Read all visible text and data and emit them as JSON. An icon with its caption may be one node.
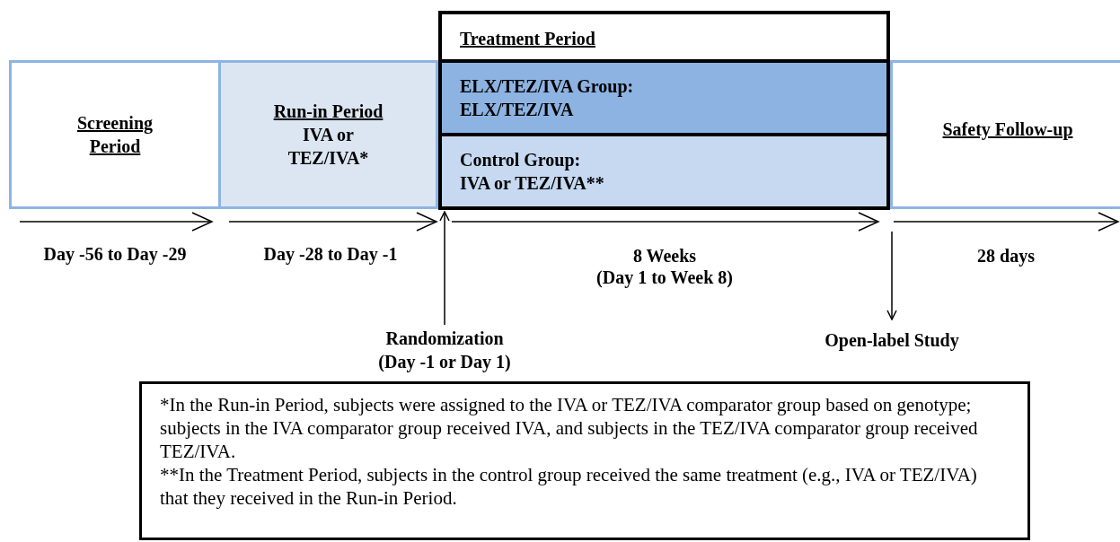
{
  "diagram": {
    "nodes": [
      {
        "text": [
          "Screening Period"
        ],
        "beside": [
          "Day -56 to Day -29"
        ]
      },
      {
        "text": [
          "Run-in Period",
          "IVA or TEZ/IVA*"
        ],
        "beside": [
          "Day -28 to Day -1"
        ]
      },
      {
        "text": [
          "Treatment Period"
        ],
        "beside": [
          "8 Weeks",
          "(Day 1 to Week 8)"
        ]
      },
      {
        "text": [
          "ELX/TEZ/IVA Group:",
          "ELX/TEZ/IVA"
        ],
        "in": 2
      },
      {
        "text": [
          "Control Group:",
          "IVA or TEZ/IVA**"
        ],
        "in": 2
      },
      {
        "text": [
          "Safety Follow-up"
        ],
        "beside": [
          "28 days"
        ]
      },
      {
        "text": [
          "Randomization (Day -1 or Day 1)"
        ]
      },
      {
        "text": [
          "Open-label Study"
        ]
      },
      {
        "text": [
          "*In the Run-in Period, subjects were assigned to the IVA or TEZ/IVA comparator group based on genotype; subjects in the IVA comparator group received IVA, and subjects in the TEZ/IVA comparator group received TEZ/IVA.",
          "**In the Treatment Period, subjects in the control group received the same treatment (e.g., IVA or TEZ/IVA) that they received in the Run-in Period."
        ]
      }
    ],
    "edges": [
      {
        "from": 6,
        "to": 2,
        "arrow": "to"
      },
      {
        "from": null,
        "to": 7,
        "arrow": "to"
      }
    ]
  }
}
